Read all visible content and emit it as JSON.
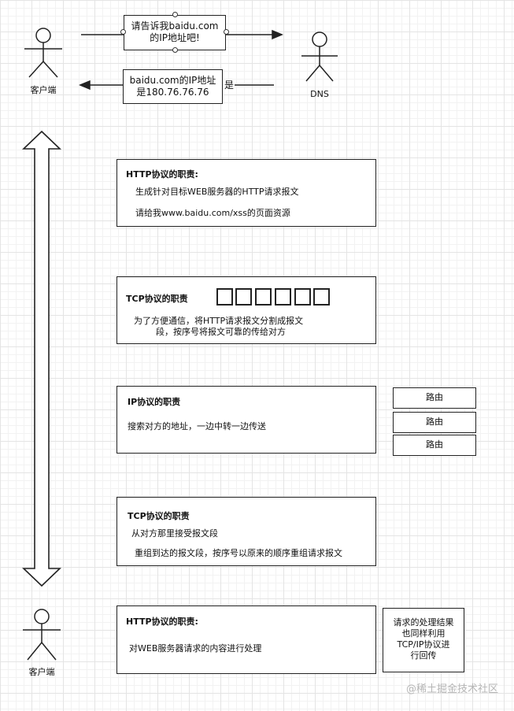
{
  "actors": {
    "client_top": "客户端",
    "dns": "DNS",
    "client_bottom": "客户端"
  },
  "dns_exchange": {
    "request_line1": "请告诉我baidu.com",
    "request_line2": "的IP地址吧!",
    "reply_line1": "baidu.com的IP地址",
    "reply_line2": "是180.76.76.76",
    "reply_suffix": "是"
  },
  "layers": [
    {
      "title": "HTTP协议的职责:",
      "lines": [
        "生成针对目标WEB服务器的HTTP请求报文",
        "请给我www.baidu.com/xss的页面资源"
      ]
    },
    {
      "title": "TCP协议的职责",
      "lines": [
        "为了方便通信，将HTTP请求报文分割成报文",
        "段，按序号将报文可靠的传给对方"
      ],
      "segment_count": 6
    },
    {
      "title": "IP协议的职责",
      "lines": [
        "搜索对方的地址，一边中转一边传送"
      ]
    },
    {
      "title": "TCP协议的职责",
      "lines": [
        "从对方那里接受报文段",
        "重组到达的报文段，按序号以原来的顺序重组请求报文"
      ]
    },
    {
      "title": "HTTP协议的职责:",
      "lines": [
        "对WEB服务器请求的内容进行处理"
      ]
    }
  ],
  "routers": [
    "路由",
    "路由",
    "路由"
  ],
  "result_note": [
    "请求的处理结果",
    "也同样利用",
    "TCP/IP协议进",
    "行回传"
  ],
  "watermark": "@稀土掘金技术社区"
}
